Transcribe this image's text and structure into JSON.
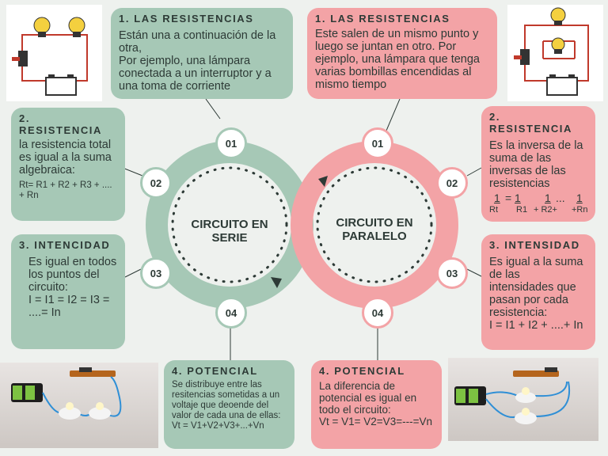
{
  "serie": {
    "title": "CIRCUITO EN\nSERIE",
    "box1": {
      "title": "1. LAS RESISTENCIAS",
      "text": " Están una a continuación de la otra,\nPor ejemplo,   una lámpara conectada a un interruptor y a una toma de corriente"
    },
    "box2": {
      "title": "2. RESISTENCIA",
      "text": "la resistencia total es igual a la suma algebraica:",
      "formula": "Rt= R1 + R2 + R3 + .... + Rn"
    },
    "box3": {
      "title": "3. INTENCIDAD",
      "text": "Es igual en todos los puntos del circuito:\nI = I1 = I2 = I3 = ....= In"
    },
    "box4": {
      "title": "4. POTENCIAL",
      "text": "Se distribuye entre las resitencias sometidas a un voltaje que deoende del valor de cada una de ellas:\nVt = V1+V2+V3+...+Vn"
    },
    "badges": [
      "01",
      "02",
      "03",
      "04"
    ]
  },
  "paralelo": {
    "title": "CIRCUITO EN\nPARALELO",
    "box1": {
      "title": "1. LAS RESISTENCIAS",
      "text": "Este salen de un mismo punto y luego se juntan en otro. Por ejemplo, una lámpara que tenga varias bombillas encendidas al mismo tiempo"
    },
    "box2": {
      "title": "2. RESISTENCIA",
      "text": "Es la inversa de la suma de las inversas de las resistencias",
      "formula": {
        "t1": "1",
        "eq": "=",
        "t2": "1",
        "t3": "1",
        "dots": "...",
        "t4": "1",
        "b1": "Rt",
        "b2": "R1",
        "b3": "+ R2+",
        "b4": "+Rn"
      }
    },
    "box3": {
      "title": "3. INTENSIDAD",
      "text": "Es igual a la suma de las intensidades que pasan por cada resistencia:\nI = I1 + I2 + ....+ In"
    },
    "box4": {
      "title": "4. POTENCIAL",
      "text": "La diferencia de potencial es igual en todo el circuito:\nVt = V1= V2=V3=---=Vn"
    },
    "badges": [
      "01",
      "02",
      "03",
      "04"
    ]
  },
  "colors": {
    "green": "#a6c8b6",
    "pink": "#f3a3a6",
    "text": "#2d3a36"
  }
}
